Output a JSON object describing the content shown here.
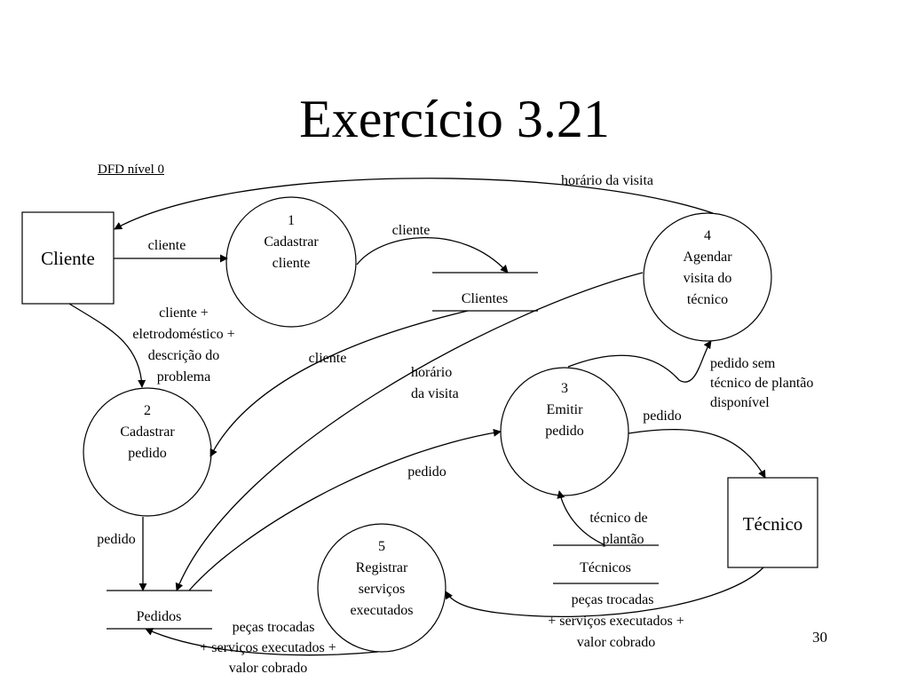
{
  "title": "Exercício 3.21",
  "subtitle": "DFD nível 0",
  "page_number": "30",
  "entities": {
    "cliente": "Cliente",
    "tecnico": "Técnico"
  },
  "processes": {
    "p1": {
      "number": "1",
      "lines": [
        "Cadastrar",
        "cliente"
      ]
    },
    "p2": {
      "number": "2",
      "lines": [
        "Cadastrar",
        "pedido"
      ]
    },
    "p3": {
      "number": "3",
      "lines": [
        "Emitir",
        "pedido"
      ]
    },
    "p4": {
      "number": "4",
      "lines": [
        "Agendar",
        "visita do",
        "técnico"
      ]
    },
    "p5": {
      "number": "5",
      "lines": [
        "Registrar",
        "serviços",
        "executados"
      ]
    }
  },
  "stores": {
    "clientes": "Clientes",
    "pedidos": "Pedidos",
    "tecnicos": "Técnicos"
  },
  "flows": {
    "cliente_to_p1": "cliente",
    "p1_to_clientes": "cliente",
    "cliente_to_p2": [
      "cliente +",
      "eletrodoméstico +",
      "descrição do",
      "problema"
    ],
    "clientes_to_p2": "cliente",
    "p4_to_cliente": "horário da visita",
    "p4_to_pedidos": [
      "horário",
      "da visita"
    ],
    "p2_to_pedidos": "pedido",
    "pedidos_to_p3": "pedido",
    "p3_to_p4": [
      "pedido sem",
      "técnico de plantão",
      "disponível"
    ],
    "p3_to_tecnico": "pedido",
    "tecnicos_to_p3": [
      "técnico de",
      "plantão"
    ],
    "tecnico_to_p5": [
      "peças trocadas",
      "+ serviços executados +",
      "valor cobrado"
    ],
    "p5_to_pedidos": [
      "peças trocadas",
      "+ serviços executados +",
      "valor cobrado"
    ]
  }
}
